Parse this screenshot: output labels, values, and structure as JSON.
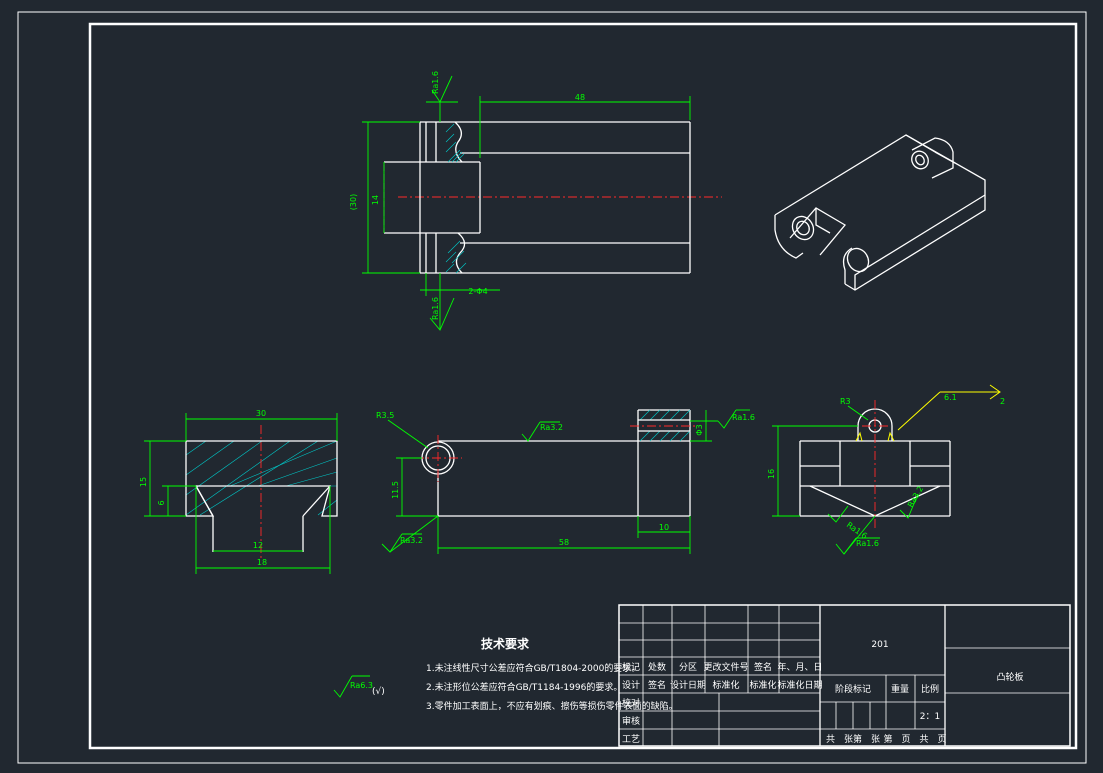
{
  "drawing": {
    "part_number": "201",
    "part_name": "凸轮板",
    "scale": "2：1",
    "global_roughness": "Ra6.3",
    "global_roughness_other": "(√)"
  },
  "technical_requirements": {
    "title": "技术要求",
    "items": [
      "1.未注线性尺寸公差应符合GB/T1804-2000的要求。",
      "2.未注形位公差应符合GB/T1184-1996的要求。",
      "3.零件加工表面上，不应有划痕、擦伤等损伤零件表面的缺陷。"
    ]
  },
  "title_block": {
    "row_labels_1": [
      "标记",
      "处数",
      "分区",
      "更改文件号",
      "签名",
      "年、月、日"
    ],
    "row_labels_2": [
      "设计",
      "签名",
      "设计日期",
      "标准化",
      "标准化",
      "标准化日期"
    ],
    "left_labels": [
      "校对",
      "审核",
      "工艺"
    ],
    "stage_label": "阶段标记",
    "weight_label": "重量",
    "scale_label": "比例",
    "sheet_text": "共　张第　张",
    "sheet_text_2": "第　页　共　页"
  },
  "top_view": {
    "dim_length": "48",
    "dim_width": "(30)",
    "dim_inner": "14",
    "dim_holes": "2-Φ4",
    "roughness_top": "Ra1.6",
    "roughness_bottom": "Ra1.6"
  },
  "left_section": {
    "dim_width": "30",
    "dim_height": "15",
    "dim_groove": "6",
    "dim_bottom_1": "12",
    "dim_bottom_2": "18"
  },
  "front_view": {
    "dim_radius": "R3.5",
    "roughness_main": "Ra3.2",
    "roughness_right": "Ra1.6",
    "dim_right": "Φ3",
    "dim_height": "11.5",
    "roughness_left": "Ra3.2",
    "dim_length": "58",
    "dim_tail": "10"
  },
  "right_view": {
    "dim_radius": "R3",
    "callout": "6.1",
    "callout_2": "2",
    "dim_height": "16",
    "roughness_left": "Ra1.6",
    "roughness_right": "Ra3.2",
    "roughness_bottom": "Ra1.6"
  }
}
